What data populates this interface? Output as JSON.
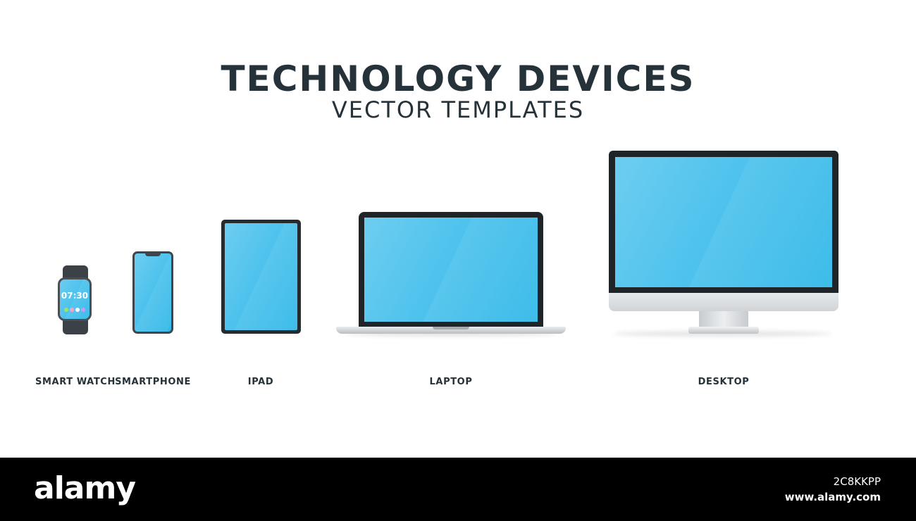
{
  "header": {
    "title": "TECHNOLOGY DEVICES",
    "subtitle": "VECTOR TEMPLATES"
  },
  "devices": [
    {
      "label": "SMART WATCH",
      "screen_text": "07:30"
    },
    {
      "label": "SMARTPHONE"
    },
    {
      "label": "IPAD"
    },
    {
      "label": "LAPTOP"
    },
    {
      "label": "DESKTOP"
    }
  ],
  "watch_dot_colors": [
    "#9be36b",
    "#f5a3c7",
    "#ffffff",
    "#c79bf5"
  ],
  "colors": {
    "screen": "#4fc3ed",
    "device_dark": "#1f2428",
    "text": "#26323a"
  },
  "footer": {
    "logo": "alamy",
    "image_id": "2C8KKPP",
    "url": "www.alamy.com"
  }
}
